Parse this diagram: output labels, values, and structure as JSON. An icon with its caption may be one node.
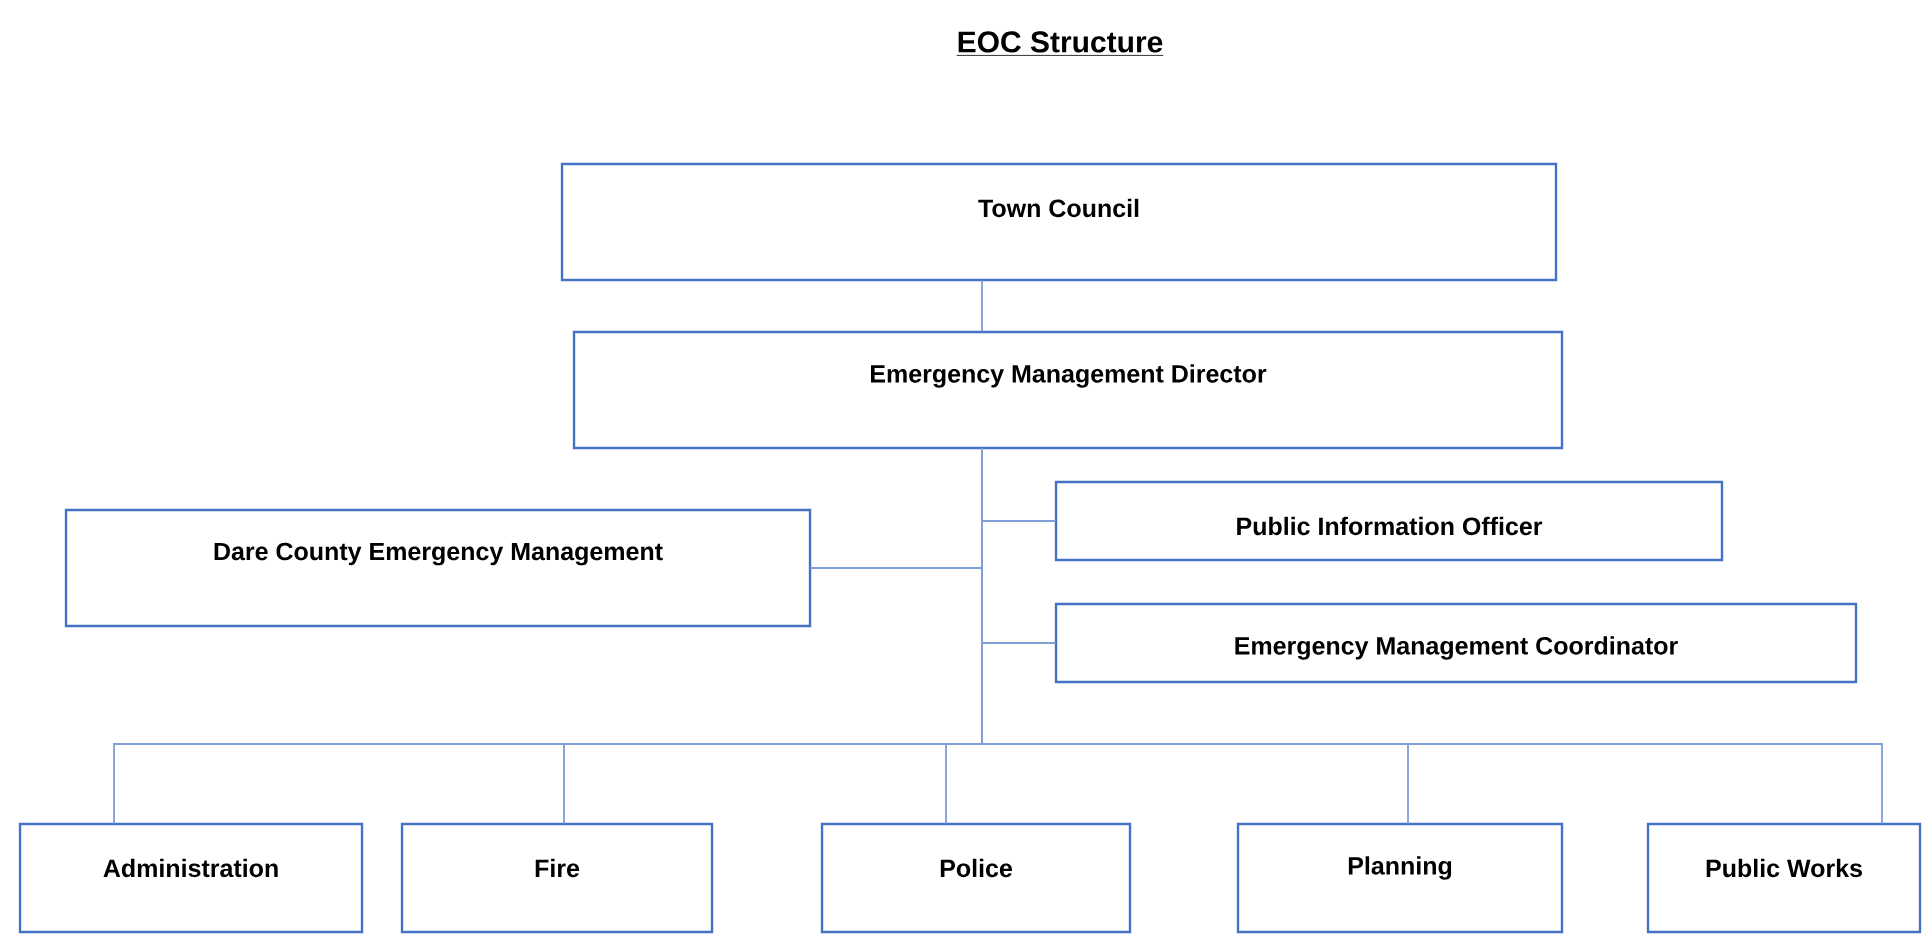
{
  "diagram": {
    "title": "EOC Structure",
    "nodes": [
      {
        "text": [
          "Town Council"
        ]
      },
      {
        "text": [
          "Emergency Management Director"
        ]
      },
      {
        "text": [
          "Dare County Emergency Management"
        ]
      },
      {
        "text": [
          "Public Information Officer"
        ]
      },
      {
        "text": [
          "Emergency Management Coordinator"
        ]
      },
      {
        "text": [
          "Administration"
        ]
      },
      {
        "text": [
          "Fire"
        ]
      },
      {
        "text": [
          "Police"
        ]
      },
      {
        "text": [
          "Planning"
        ]
      },
      {
        "text": [
          "Public Works"
        ]
      }
    ],
    "edges": [
      {
        "from": 0,
        "to": 1,
        "arrow": "none"
      },
      {
        "from": 1,
        "to": 2,
        "arrow": "none"
      },
      {
        "from": 1,
        "to": 3,
        "arrow": "none"
      },
      {
        "from": 1,
        "to": 4,
        "arrow": "none"
      },
      {
        "from": 1,
        "to": 5,
        "arrow": "none"
      },
      {
        "from": 1,
        "to": 6,
        "arrow": "none"
      },
      {
        "from": 1,
        "to": 7,
        "arrow": "none"
      },
      {
        "from": 1,
        "to": 8,
        "arrow": "none"
      },
      {
        "from": 1,
        "to": 9,
        "arrow": "none"
      }
    ]
  }
}
